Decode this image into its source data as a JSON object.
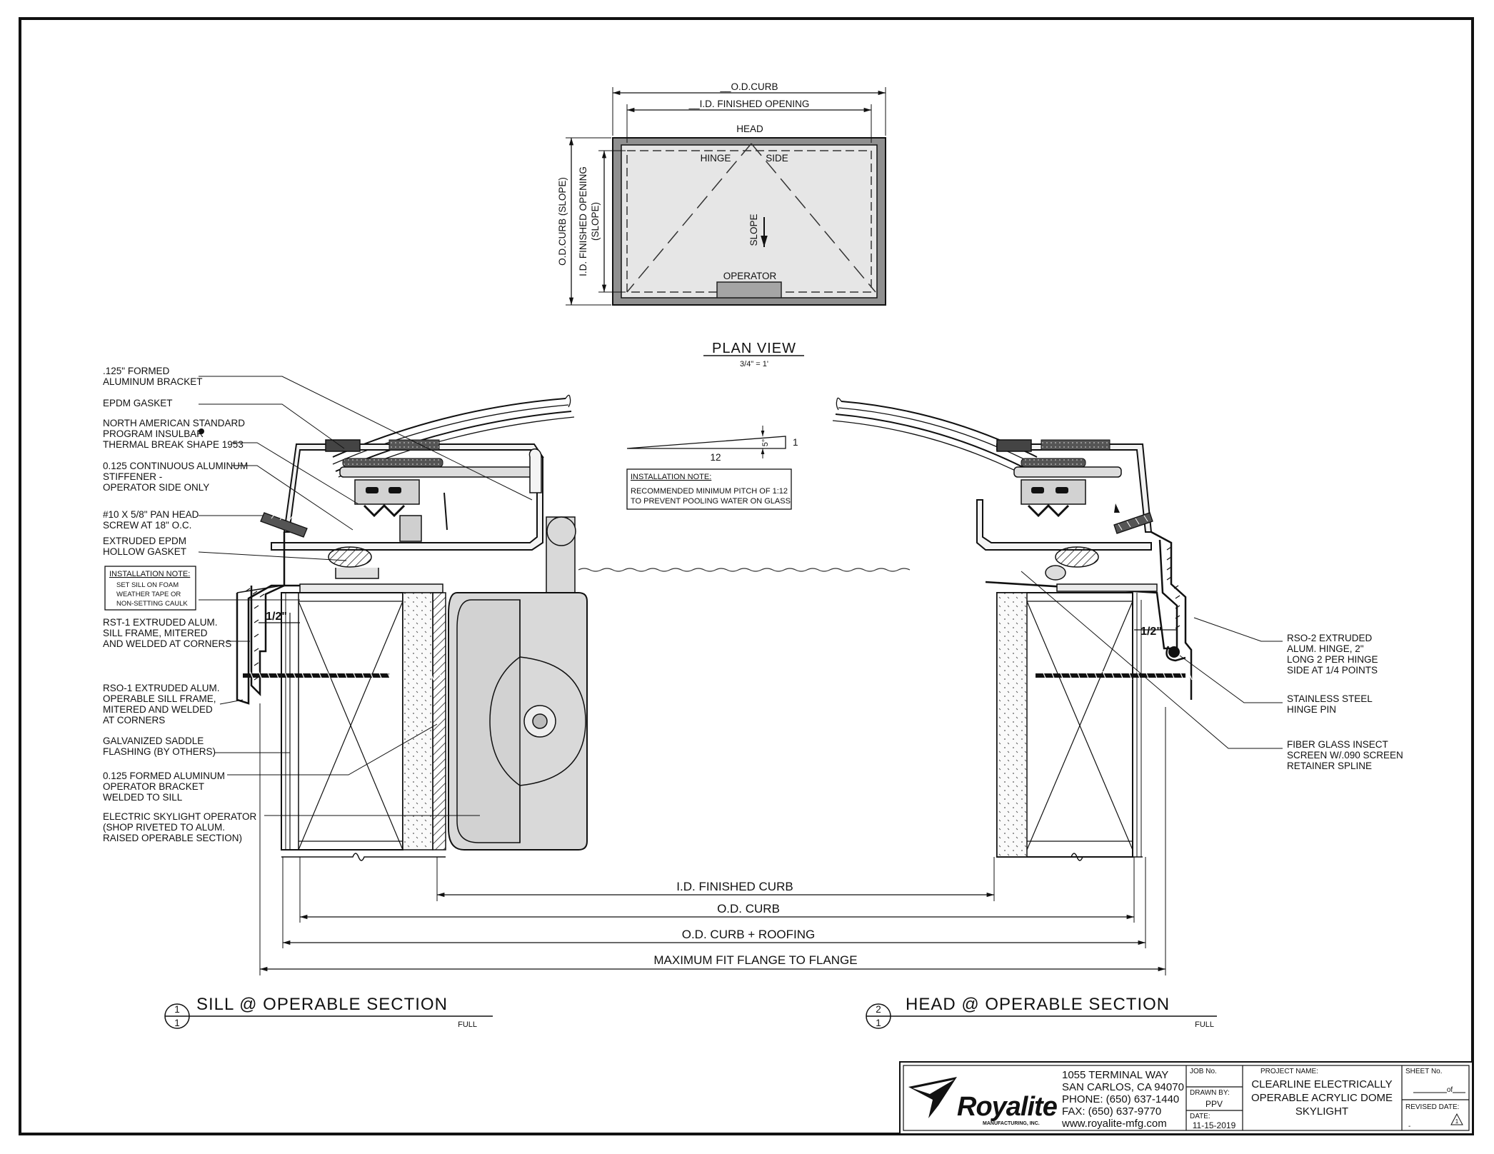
{
  "plan": {
    "od_curb": "__O.D.CURB",
    "id_opening": "__I.D. FINISHED OPENING",
    "head": "HEAD",
    "hinge": "HINGE",
    "side": "SIDE",
    "slope": "SLOPE",
    "operator": "OPERATOR",
    "od_curb_slope": "O.D.CURB (SLOPE)",
    "id_opening_slope_1": "I.D. FINISHED OPENING",
    "id_opening_slope_2": "(SLOPE)",
    "title": "PLAN VIEW",
    "scale": "3/4\" = 1'"
  },
  "pitch": {
    "rise": "1",
    "run": "12",
    "angle": "5°",
    "note_title": "INSTALLATION NOTE:",
    "note_1": "RECOMMENDED MINIMUM PITCH OF 1:12",
    "note_2": "TO PREVENT POOLING WATER ON GLASS"
  },
  "left_labels": [
    ".125\" FORMED",
    "ALUMINUM BRACKET",
    "EPDM GASKET",
    "NORTH AMERICAN STANDARD",
    "PROGRAM INSULBAR",
    "THERMAL BREAK SHAPE 1953",
    "0.125 CONTINUOUS ALUMINUM",
    "STIFFENER -",
    "OPERATOR SIDE ONLY",
    "#10 X 5/8\" PAN HEAD",
    "SCREW  AT 18\" O.C.",
    "EXTRUDED EPDM",
    "HOLLOW GASKET",
    "RST-1 EXTRUDED ALUM.",
    "SILL FRAME, MITERED",
    "AND WELDED AT CORNERS",
    "RSO-1 EXTRUDED ALUM.",
    "OPERABLE SILL    FRAME,",
    "MITERED AND WELDED",
    "AT CORNERS",
    "GALVANIZED SADDLE",
    "FLASHING (BY OTHERS)",
    "0.125 FORMED ALUMINUM",
    "OPERATOR BRACKET",
    "WELDED TO SILL",
    "ELECTRIC SKYLIGHT OPERATOR",
    "(SHOP RIVETED TO ALUM.",
    "RAISED OPERABLE SECTION)"
  ],
  "install_note": {
    "title": "INSTALLATION NOTE:",
    "l1": "SET SILL ON FOAM",
    "l2": "WEATHER TAPE OR",
    "l3": "NON-SETTING CAULK"
  },
  "right_labels": [
    "RSO-2 EXTRUDED",
    "ALUM.  HINGE, 2\"",
    "LONG 2 PER HINGE",
    "SIDE AT 1/4 POINTS",
    "STAINLESS STEEL",
    "HINGE PIN",
    "FIBER GLASS INSECT",
    "SCREEN W/.090 SCREEN",
    "RETAINER SPLINE"
  ],
  "half_inch": "1/2\"",
  "dims": {
    "id_curb": "I.D. FINISHED CURB",
    "od_curb": "O.D. CURB",
    "od_roofing": "O.D. CURB + ROOFING",
    "max_fit": "MAXIMUM FIT FLANGE TO FLANGE"
  },
  "sections": {
    "sill_num": "1",
    "sill_sheet": "1",
    "sill_title": "SILL @ OPERABLE SECTION",
    "sill_scale": "FULL",
    "head_num": "2",
    "head_sheet": "1",
    "head_title": "HEAD @ OPERABLE SECTION",
    "head_scale": "FULL"
  },
  "title_block": {
    "logo": "Royalite",
    "logo_sub": "MANUFACTURING, INC.",
    "addr1": "1055 TERMINAL WAY",
    "addr2": "SAN CARLOS, CA 94070",
    "phone": "PHONE: (650) 637-1440",
    "fax": "FAX: (650) 637-9770",
    "web": "www.royalite-mfg.com",
    "job_label": "JOB No.",
    "drawn_label": "DRAWN BY:",
    "drawn": "PPV",
    "date_label": "DATE:",
    "date": "11-15-2019",
    "project_label": "PROJECT NAME:",
    "project_1": "CLEARLINE ELECTRICALLY",
    "project_2": "OPERABLE ACRYLIC DOME",
    "project_3": "SKYLIGHT",
    "sheet_label": "SHEET No.",
    "sheet_of": "of",
    "revised_label": "REVISED DATE:",
    "revised": "-",
    "rev_mark": "1"
  }
}
